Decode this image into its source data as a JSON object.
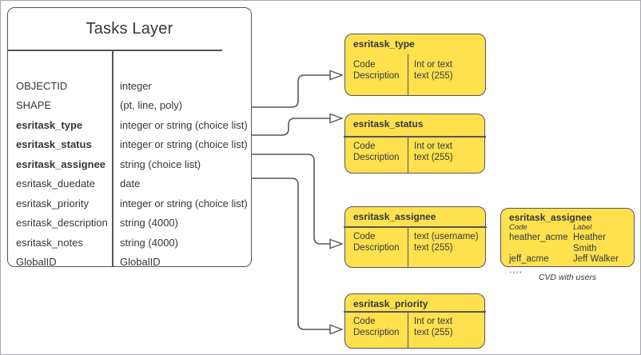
{
  "colors": {
    "yellow": "#ffe14e",
    "stroke": "#53565c",
    "text": "#33373d",
    "canvas_border": "#a6a8ab"
  },
  "tasks_table": {
    "title": "Tasks Layer",
    "rows": [
      {
        "field": "OBJECTID",
        "type": "integer"
      },
      {
        "field": "SHAPE",
        "type": "(pt, line, poly)"
      },
      {
        "field": "esritask_type",
        "type": "integer or string (choice list)"
      },
      {
        "field": "esritask_status",
        "type": "integer or string (choice list)"
      },
      {
        "field": "esritask_assignee",
        "type": "string (choice list)"
      },
      {
        "field": "esritask_duedate",
        "type": "date"
      },
      {
        "field": "esritask_priority",
        "type": "integer or string (choice list)"
      },
      {
        "field": "esritask_description",
        "type": "string (4000)"
      },
      {
        "field": "esritask_notes",
        "type": "string (4000)"
      },
      {
        "field": "GlobalID",
        "type": "GlobalID"
      }
    ]
  },
  "domains": [
    {
      "title": "esritask_type",
      "keys": [
        "Code",
        "Description"
      ],
      "values": [
        "Int or text",
        "text (255)"
      ]
    },
    {
      "title": "esritask_status",
      "keys": [
        "Code",
        "Description"
      ],
      "values": [
        "Int or text",
        "text (255)"
      ]
    },
    {
      "title": "esritask_assignee",
      "keys": [
        "Code",
        "Description"
      ],
      "values": [
        "text  (username)",
        "text (255)"
      ]
    },
    {
      "title": "esritask_priority",
      "keys": [
        "Code",
        "Description"
      ],
      "values": [
        "Int or text",
        "text (255)"
      ]
    }
  ],
  "cvd_box": {
    "title": "esritask_assignee",
    "columns": [
      "Code",
      "Label"
    ],
    "users": [
      {
        "code": "heather_acme",
        "label": "Heather Smith"
      },
      {
        "code": "jeff_acme",
        "label": "Jeff Walker"
      }
    ],
    "more": "....",
    "caption": "CVD with users"
  }
}
